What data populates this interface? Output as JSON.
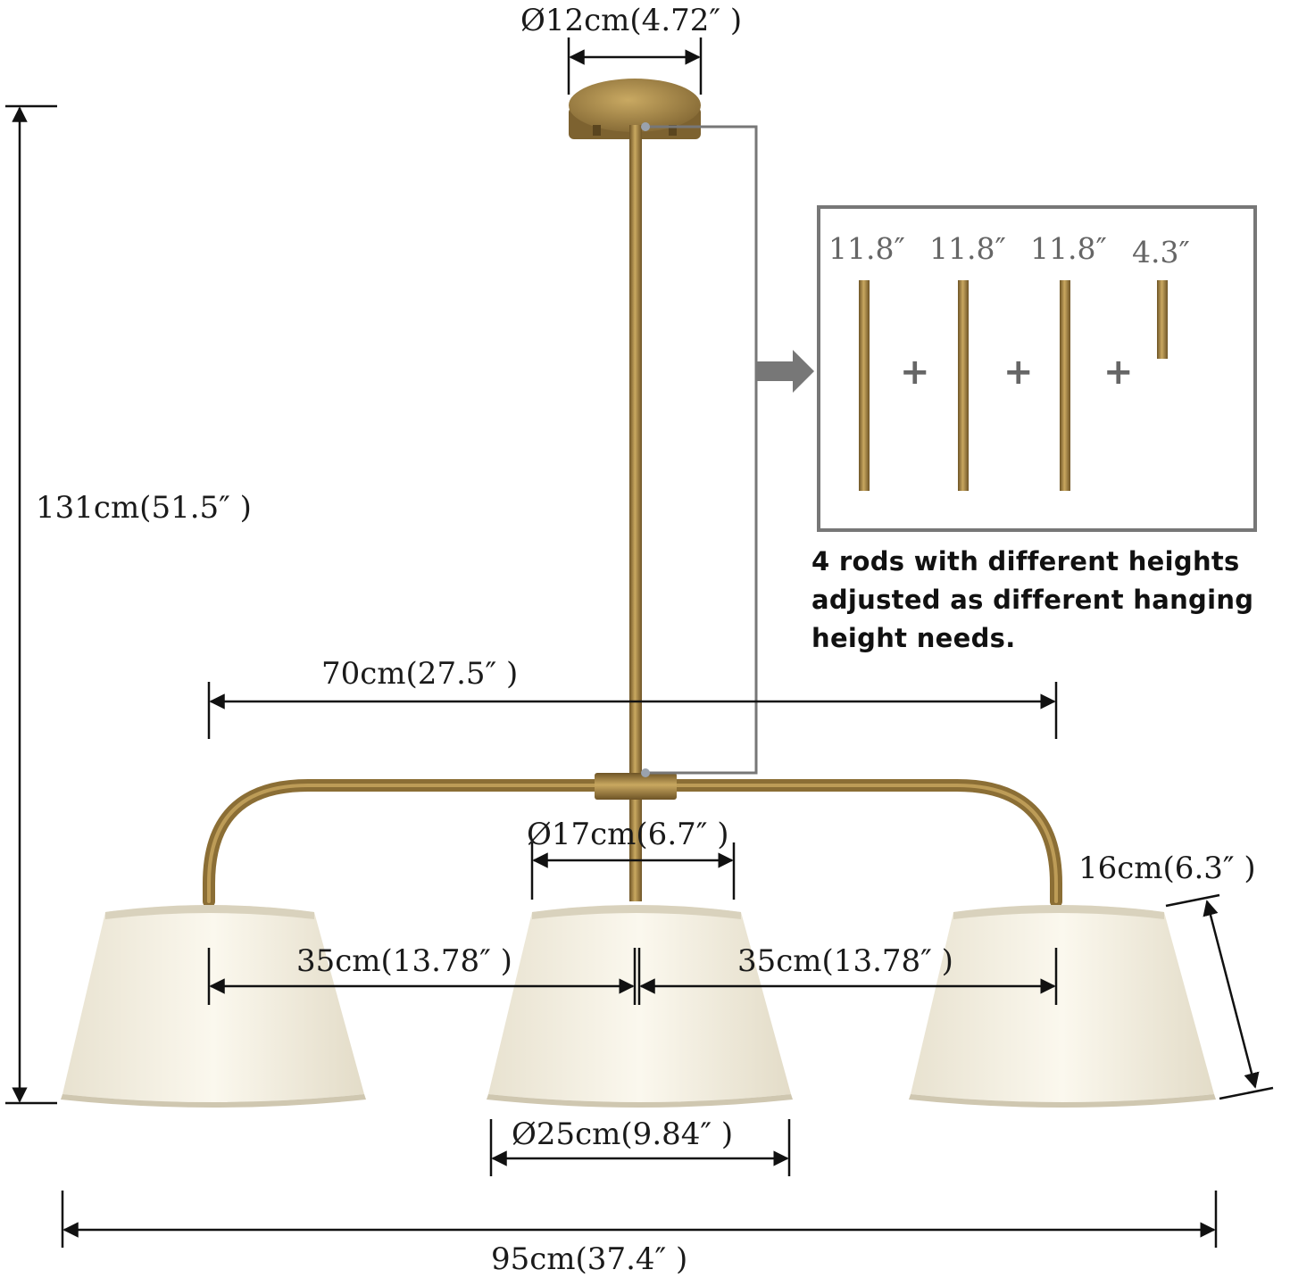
{
  "dimensions": {
    "canopy_diameter": "Ø12cm(4.72″ )",
    "total_height": "131cm(51.5″ )",
    "arm_span": "70cm(27.5″ )",
    "shade_top_diameter": "Ø17cm(6.7″ )",
    "shade_height": "16cm(6.3″ )",
    "left_spacing": "35cm(13.78″ )",
    "right_spacing": "35cm(13.78″ )",
    "shade_bottom_diameter": "Ø25cm(9.84″ )",
    "total_width": "95cm(37.4″ )"
  },
  "rods": {
    "lengths": [
      "11.8″",
      "11.8″",
      "11.8″",
      "4.3″"
    ],
    "plus": "+",
    "note_lines": [
      "4 rods with different heights",
      "adjusted as different hanging",
      "height needs."
    ]
  },
  "colors": {
    "brass": "#9a7a3c",
    "shade": "#f2eee2",
    "callout_gray": "#777777",
    "dimension_line": "#111111"
  }
}
